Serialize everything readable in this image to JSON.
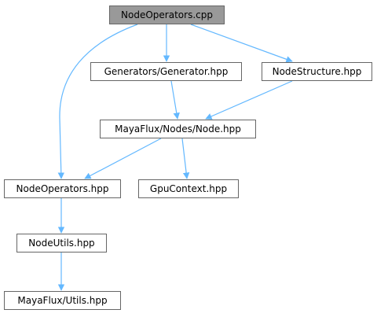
{
  "graph": {
    "edge_color": "#63b8ff",
    "root_fill": "#999999",
    "node_border": "#666666",
    "nodes": {
      "node_operators_cpp": {
        "label": "NodeOperators.cpp"
      },
      "generator_hpp": {
        "label": "Generators/Generator.hpp"
      },
      "node_structure_hpp": {
        "label": "NodeStructure.hpp"
      },
      "node_hpp": {
        "label": "MayaFlux/Nodes/Node.hpp"
      },
      "node_operators_hpp": {
        "label": "NodeOperators.hpp"
      },
      "gpu_context_hpp": {
        "label": "GpuContext.hpp"
      },
      "node_utils_hpp": {
        "label": "NodeUtils.hpp"
      },
      "utils_hpp": {
        "label": "MayaFlux/Utils.hpp"
      }
    }
  }
}
